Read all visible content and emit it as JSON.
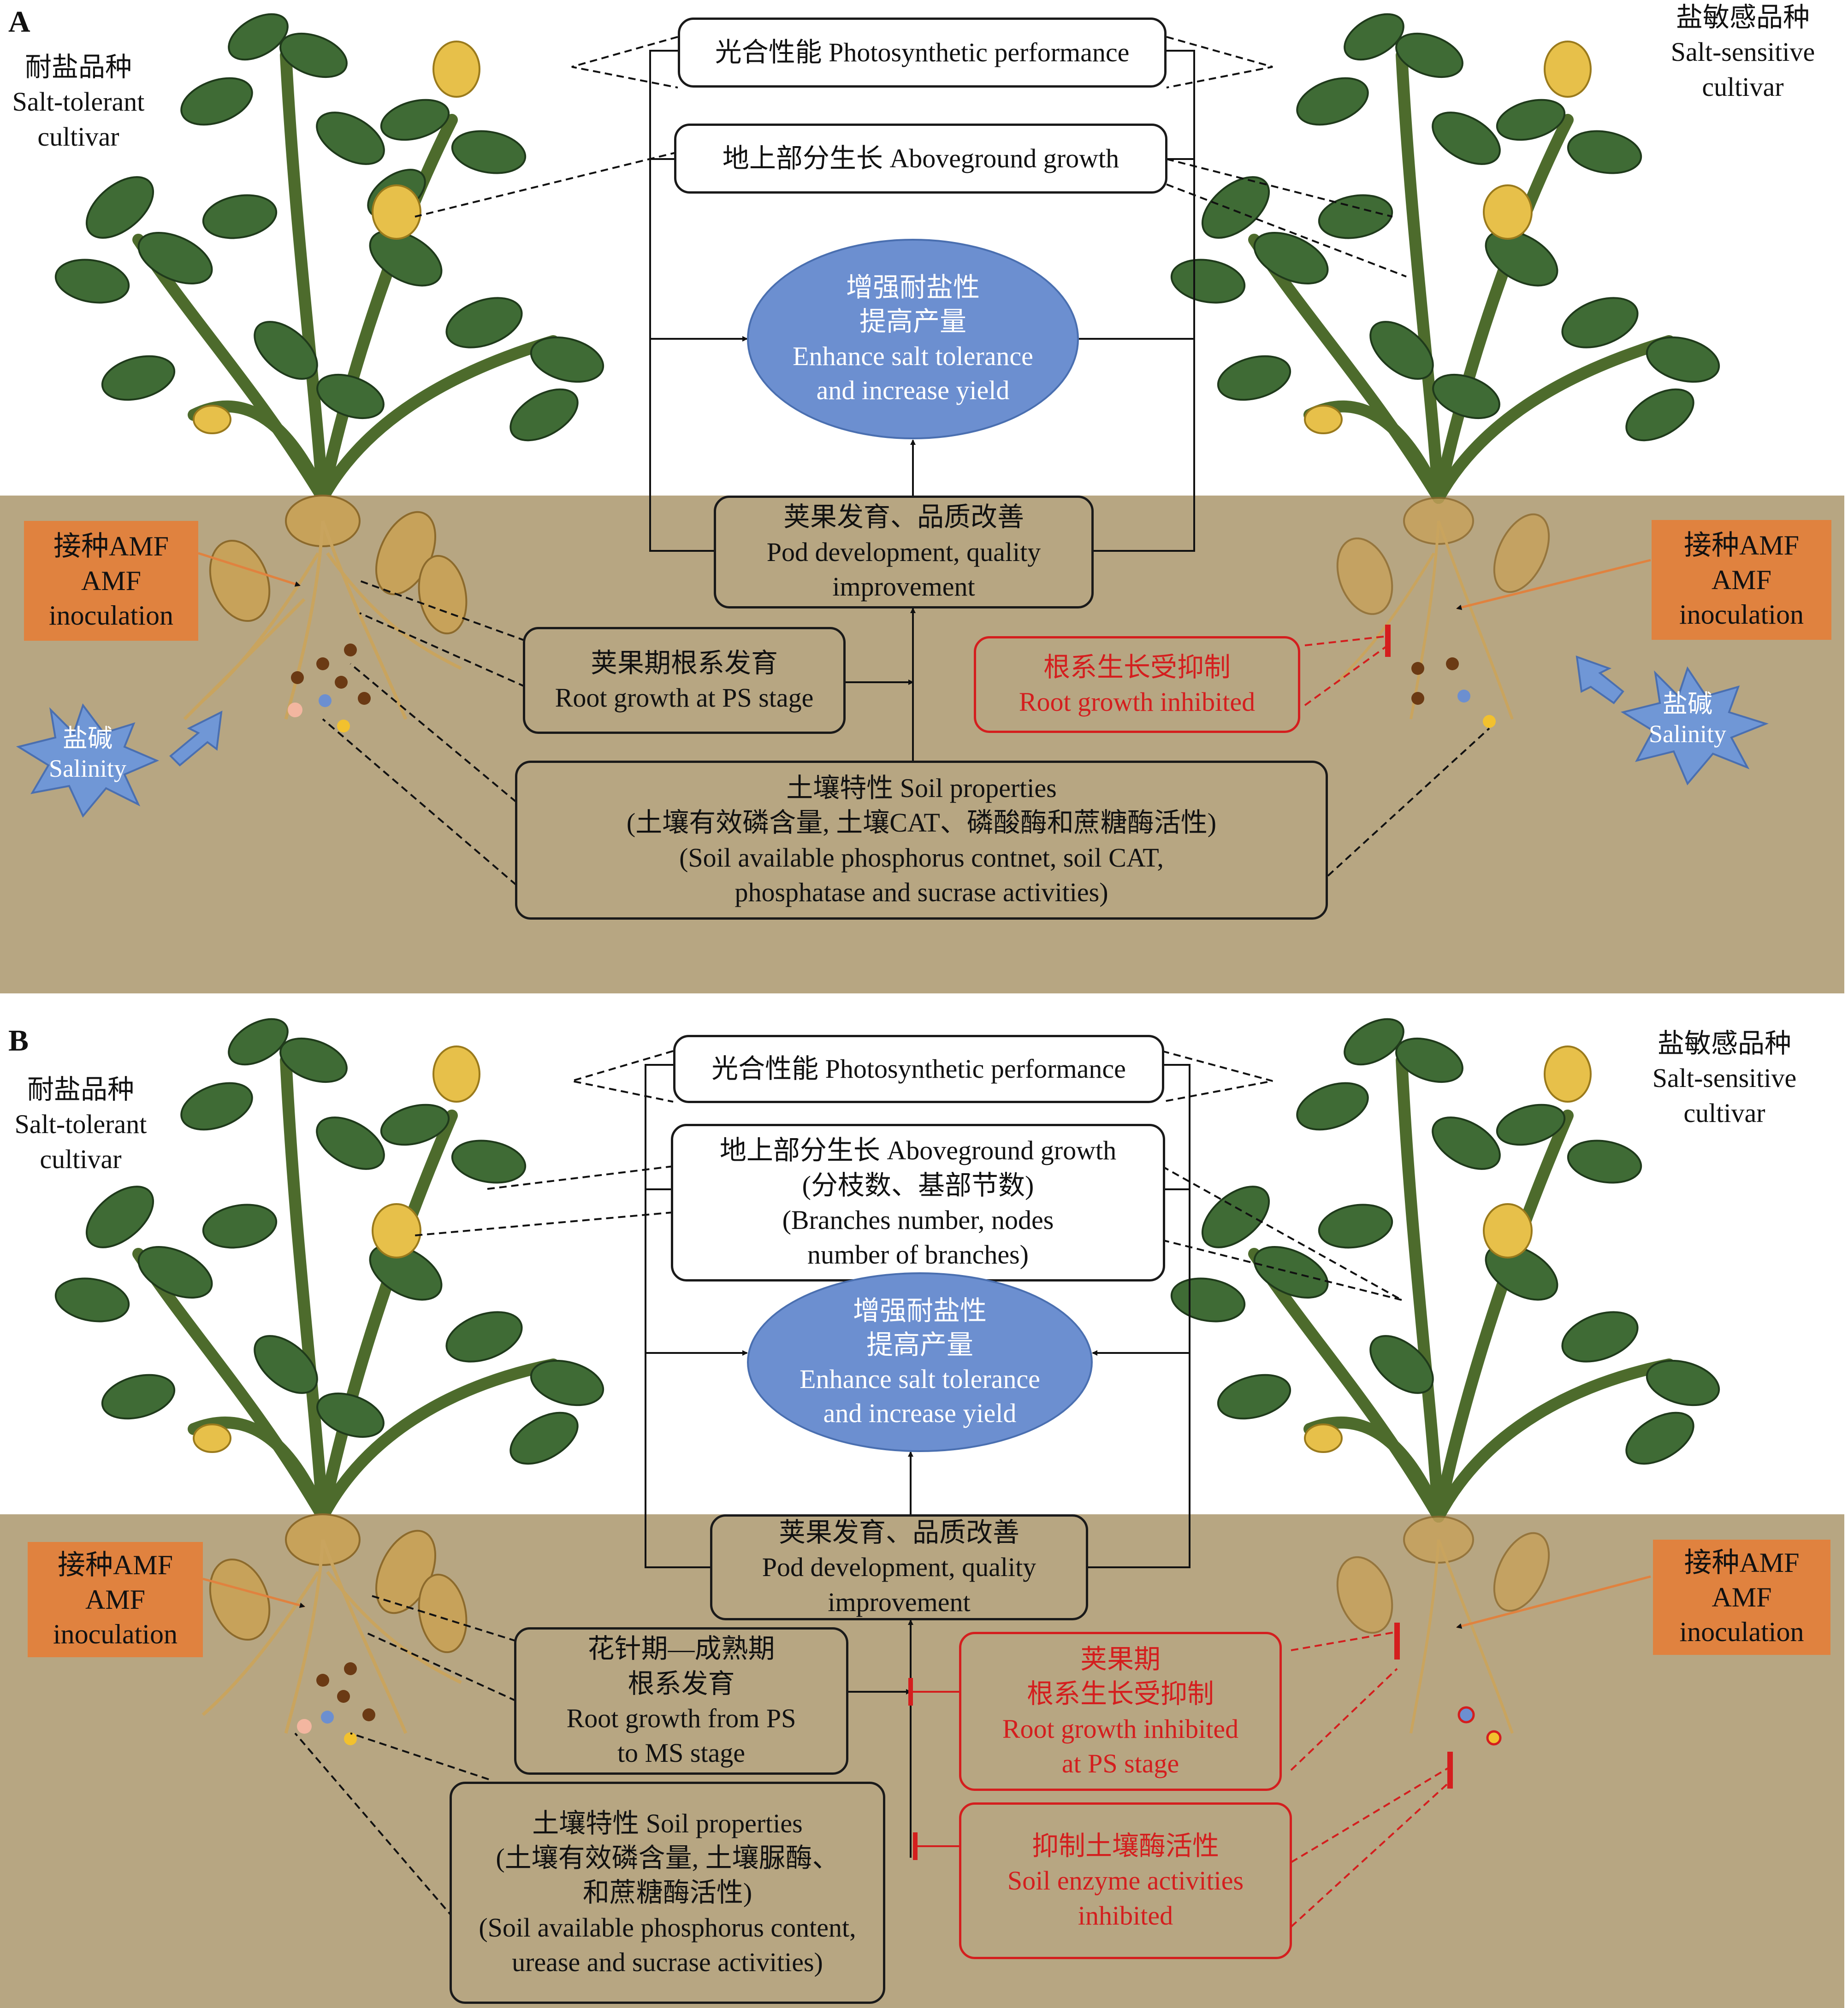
{
  "panelA": {
    "label": "A",
    "left_cultivar": "耐盐品种\nSalt-tolerant\ncultivar",
    "right_cultivar": "盐敏感品种\nSalt-sensitive\ncultivar",
    "photosynthetic": "光合性能 Photosynthetic performance",
    "aboveground": "地上部分生长 Aboveground growth",
    "center": "增强耐盐性\n提高产量\nEnhance salt tolerance\nand increase yield",
    "pod": "荚果发育、品质改善\nPod development, quality\nimprovement",
    "root_ps": "荚果期根系发育\nRoot growth at PS stage",
    "root_inhibited": "根系生长受抑制\nRoot growth inhibited",
    "soil": "土壤特性 Soil properties\n(土壤有效磷含量, 土壤CAT、磷酸酶和蔗糖酶活性)\n(Soil available phosphorus contnet, soil CAT,\nphosphatase and sucrase activities)",
    "amf_left": "接种AMF\nAMF\ninoculation",
    "amf_right": "接种AMF\nAMF\ninoculation",
    "salinity_left": "盐碱\nSalinity",
    "salinity_right": "盐碱\nSalinity"
  },
  "panelB": {
    "label": "B",
    "left_cultivar": "耐盐品种\nSalt-tolerant\ncultivar",
    "right_cultivar": "盐敏感品种\nSalt-sensitive\ncultivar",
    "photosynthetic": "光合性能 Photosynthetic performance",
    "aboveground": "地上部分生长 Aboveground growth\n(分枝数、基部节数)\n(Branches number, nodes\nnumber of branches)",
    "center": "增强耐盐性\n提高产量\nEnhance salt tolerance\nand increase yield",
    "pod": "荚果发育、品质改善\nPod development, quality\nimprovement",
    "root_ps_ms": "花针期—成熟期\n根系发育\nRoot growth from PS\nto MS stage",
    "root_inhibited": "荚果期\n根系生长受抑制\nRoot growth inhibited\nat PS stage",
    "soil": "土壤特性 Soil properties\n(土壤有效磷含量, 土壤脲酶、\n和蔗糖酶活性)\n(Soil available phosphorus content,\nurease and sucrase activities)",
    "enzyme_inhibited": "抑制土壤酶活性\nSoil enzyme activities\ninhibited",
    "amf_left": "接种AMF\nAMF\ninoculation",
    "amf_right": "接种AMF\nAMF\ninoculation"
  },
  "colors": {
    "soil": "#b7a682",
    "ellipse": "#6c8fd0",
    "amf_box": "#e0823f",
    "inhibition_red": "#d41e1e",
    "leaf": "#3f6b35",
    "flower": "#e7c04a",
    "salinity_star": "#7097d6"
  },
  "icons": [
    "peanut-plant-illustration",
    "salinity-star-icon",
    "block-arrow-icon",
    "inhibition-bar-icon"
  ]
}
